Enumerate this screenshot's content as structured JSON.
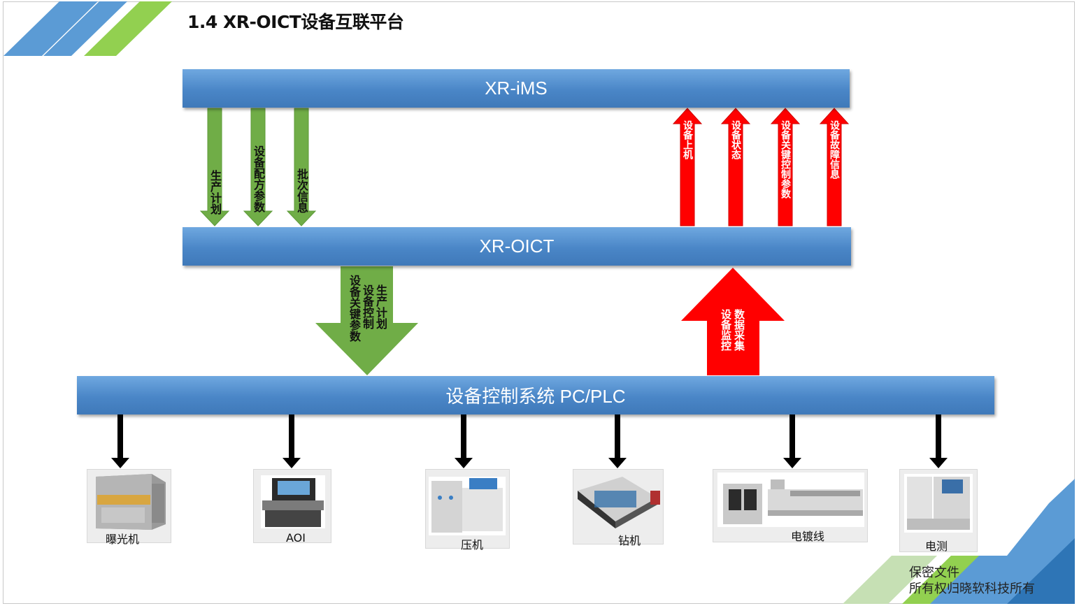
{
  "title": "1.4 XR-OICT设备互联平台",
  "colors": {
    "bar_blue": "#4a86c7",
    "arrow_green": "#70ad47",
    "arrow_red": "#ff0000",
    "arrow_black": "#000000",
    "stripe_blue": "#5b9bd5",
    "stripe_green": "#92d050"
  },
  "layers": {
    "top": "XR-iMS",
    "middle": "XR-OICT",
    "bottom": "设备控制系统 PC/PLC"
  },
  "down_arrows": [
    "生产计划",
    "设备配方参数",
    "批次信息"
  ],
  "up_arrows": [
    "设备上机",
    "设备状态",
    "设备关键控制参数",
    "设备故障信息"
  ],
  "big_down_arrow": [
    "生产计划",
    "设备控制",
    "设备关键参数"
  ],
  "big_up_arrow": [
    "数据采集",
    "设备监控"
  ],
  "machines": [
    {
      "label": "曝光机",
      "icon": "exposure-machine-icon"
    },
    {
      "label": "AOI",
      "icon": "aoi-machine-icon"
    },
    {
      "label": "压机",
      "icon": "press-machine-icon"
    },
    {
      "label": "钻机",
      "icon": "drill-machine-icon"
    },
    {
      "label": "电镀线",
      "icon": "plating-line-icon"
    },
    {
      "label": "电测",
      "icon": "electrical-test-icon"
    }
  ],
  "footer": {
    "line1": "保密文件",
    "line2": "所有权归晓软科技所有"
  }
}
